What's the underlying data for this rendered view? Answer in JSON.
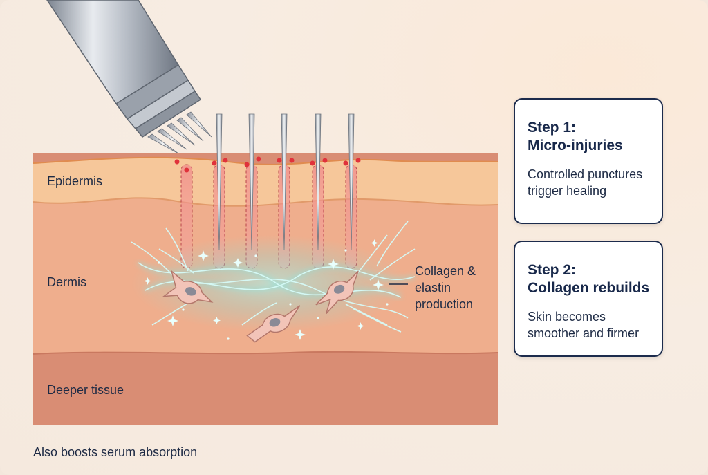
{
  "layers": {
    "epidermis": "Epidermis",
    "dermis": "Dermis",
    "deeper": "Deeper tissue"
  },
  "callout": {
    "line1": "Collagen &",
    "line2": "elastin",
    "line3": "production"
  },
  "steps": [
    {
      "title_line1": "Step 1:",
      "title_line2": "Micro-injuries",
      "desc_line1": "Controlled punctures",
      "desc_line2": "trigger healing"
    },
    {
      "title_line1": "Step 2:",
      "title_line2": "Collagen rebuilds",
      "desc_line1": "Skin becomes",
      "desc_line2": "smoother and firmer"
    }
  ],
  "footer": "Also boosts serum absorption",
  "colors": {
    "epidermis": "#f6c79a",
    "dermis": "#efae8d",
    "deeper": "#d98d74",
    "glow": "#5fe3e2",
    "card_border": "#1c2b4c",
    "puncture": "#e0323b"
  }
}
